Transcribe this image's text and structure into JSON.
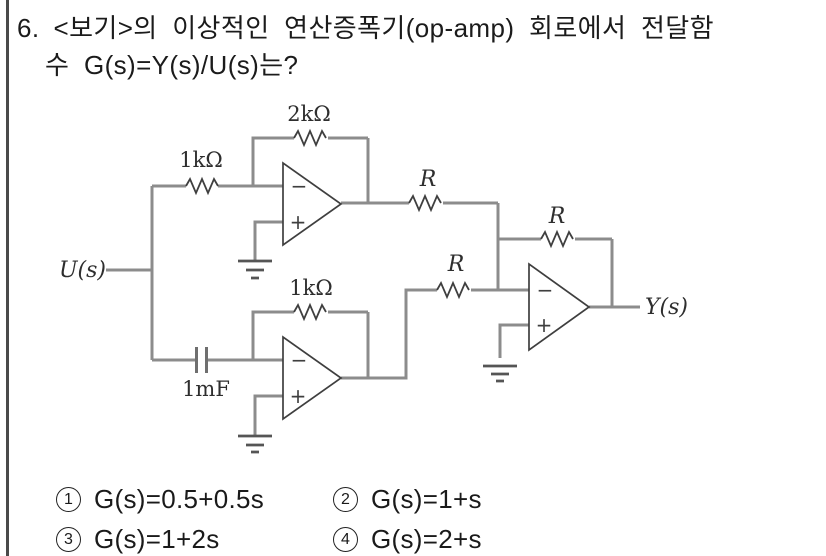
{
  "page": {
    "background": "#ffffff",
    "border_color": "#4a4a4a",
    "wire_color": "#8c8c8c",
    "component_color": "#3f3f3f",
    "text_color": "#1a1a1a"
  },
  "question": {
    "number": "6.",
    "line1": "<보기>의 이상적인 연산증폭기(op-amp) 회로에서 전달함",
    "line2": "수 G(s)=Y(s)/U(s)는?"
  },
  "circuit": {
    "input_label": "U(s)",
    "output_label": "Y(s)",
    "r_input_top": "1kΩ",
    "r_feedback_top": "2kΩ",
    "r_feedback_bottom": "1kΩ",
    "capacitor_label": "1mF",
    "r_sum_from_top": "R",
    "r_sum_from_bottom": "R",
    "r_feedback_sum": "R",
    "opamp_minus": "−",
    "opamp_plus": "+"
  },
  "choices": [
    {
      "number": "1",
      "label": "G(s)=0.5+0.5s"
    },
    {
      "number": "2",
      "label": "G(s)=1+s"
    },
    {
      "number": "3",
      "label": "G(s)=1+2s"
    },
    {
      "number": "4",
      "label": "G(s)=2+s"
    }
  ]
}
